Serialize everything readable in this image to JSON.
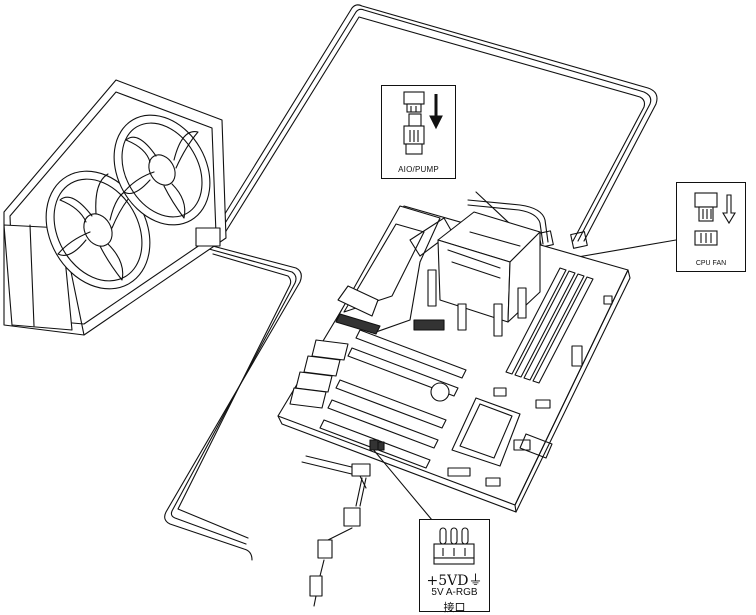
{
  "callouts": {
    "aio_pump": {
      "label": "AIO/PUMP"
    },
    "cpu_fan": {
      "label": "CPU FAN"
    },
    "argb": {
      "voltage_line": "+5VD⏚",
      "type_line": "5V A-RGB",
      "port_line": "接口"
    }
  },
  "components": {
    "radiator": "radiator-with-two-fans-icon",
    "motherboard": "motherboard-icon",
    "pump_block": "cpu-cooler-pump-block-icon",
    "rgb_cable": "argb-daisy-chain-cable-icon"
  },
  "colors": {
    "line": "#111111",
    "background": "#ffffff"
  }
}
